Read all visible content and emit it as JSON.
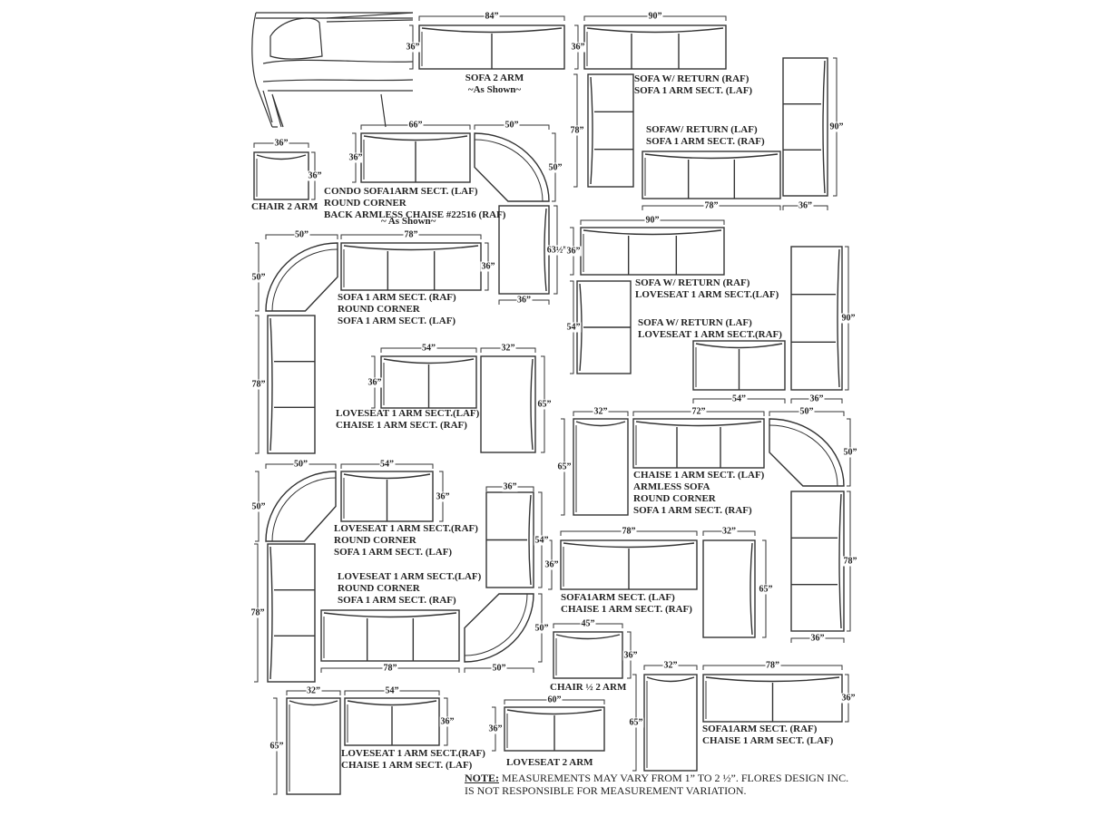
{
  "groups": [
    {
      "captions": [
        "SOFA 2 ARM",
        "~As Shown~"
      ],
      "dims": [
        "84”",
        "36”"
      ]
    },
    {
      "captions": [
        "SOFA W/ RETURN (RAF)",
        "SOFA 1 ARM SECT. (LAF)"
      ],
      "dims": [
        "90”",
        "36”",
        "78”"
      ]
    },
    {
      "captions": [
        "SOFAW/ RETURN (LAF)",
        "SOFA 1 ARM SECT. (RAF)"
      ],
      "dims": [
        "90”",
        "36”",
        "78”"
      ]
    },
    {
      "captions": [
        "CHAIR 2 ARM"
      ],
      "dims": [
        "36”",
        "36”"
      ]
    },
    {
      "captions": [
        "CONDO SOFA1ARM SECT. (LAF)",
        "ROUND CORNER",
        "BACK ARMLESS CHAISE #22516 (RAF)",
        "~ As Shown~"
      ],
      "dims": [
        "66”",
        "36”",
        "50”",
        "50”",
        "63½”",
        "36”"
      ]
    },
    {
      "captions": [
        "SOFA 1 ARM SECT. (RAF)",
        "ROUND CORNER",
        "SOFA 1 ARM SECT. (LAF)"
      ],
      "dims": [
        "50”",
        "50”",
        "78”",
        "36”",
        "78”"
      ]
    },
    {
      "captions": [
        "SOFA W/ RETURN (RAF)",
        "LOVESEAT  1 ARM SECT.(LAF)"
      ],
      "dims": [
        "90”",
        "36”",
        "54”"
      ]
    },
    {
      "captions": [
        "SOFA  W/ RETURN (LAF)",
        "LOVESEAT 1 ARM SECT.(RAF)"
      ],
      "dims": [
        "90”",
        "36”",
        "54”"
      ]
    },
    {
      "captions": [
        "LOVESEAT 1 ARM SECT.(LAF)",
        "CHAISE 1 ARM SECT. (RAF)"
      ],
      "dims": [
        "54”",
        "36”",
        "32”",
        "65”"
      ]
    },
    {
      "captions": [
        "CHAISE 1 ARM SECT. (LAF)",
        "ARMLESS SOFA",
        "ROUND CORNER",
        "SOFA 1 ARM SECT. (RAF)"
      ],
      "dims": [
        "32”",
        "65”",
        "72”",
        "50”",
        "50”",
        "78”",
        "36”"
      ]
    },
    {
      "captions": [
        "LOVESEAT 1 ARM SECT.(RAF)",
        "ROUND CORNER",
        "SOFA 1 ARM SECT. (LAF)"
      ],
      "dims": [
        "50”",
        "50”",
        "54”",
        "36”",
        "78”"
      ]
    },
    {
      "captions": [
        "LOVESEAT 1 ARM SECT.(LAF)",
        "ROUND CORNER",
        "SOFA 1 ARM SECT. (RAF)"
      ],
      "dims": [
        "36”",
        "54”",
        "50”",
        "50”",
        "78”"
      ]
    },
    {
      "captions": [
        "SOFA1ARM SECT. (LAF)",
        "CHAISE 1 ARM SECT. (RAF)"
      ],
      "dims": [
        "78”",
        "36”",
        "32”",
        "65”"
      ]
    },
    {
      "captions": [
        "CHAIR ½  2 ARM"
      ],
      "dims": [
        "45”",
        "36”"
      ]
    },
    {
      "captions": [
        "SOFA1ARM SECT. (RAF)",
        "CHAISE 1 ARM SECT.  (LAF)"
      ],
      "dims": [
        "32”",
        "65”",
        "78”",
        "36”"
      ]
    },
    {
      "captions": [
        "LOVESEAT 1 ARM SECT.(RAF)",
        "CHAISE 1 ARM SECT. (LAF)"
      ],
      "dims": [
        "32”",
        "65”",
        "54”",
        "36”"
      ]
    },
    {
      "captions": [
        "LOVESEAT  2 ARM"
      ],
      "dims": [
        "60”",
        "36”"
      ]
    }
  ],
  "note": {
    "label": "NOTE:",
    "line1": " MEASUREMENTS MAY VARY FROM 1” TO 2 ½”. FLORES DESIGN INC.",
    "line2": "IS NOT RESPONSIBLE FOR MEASUREMENT VARIATION."
  },
  "colors": {
    "ink": "#222222",
    "background": "#ffffff"
  }
}
